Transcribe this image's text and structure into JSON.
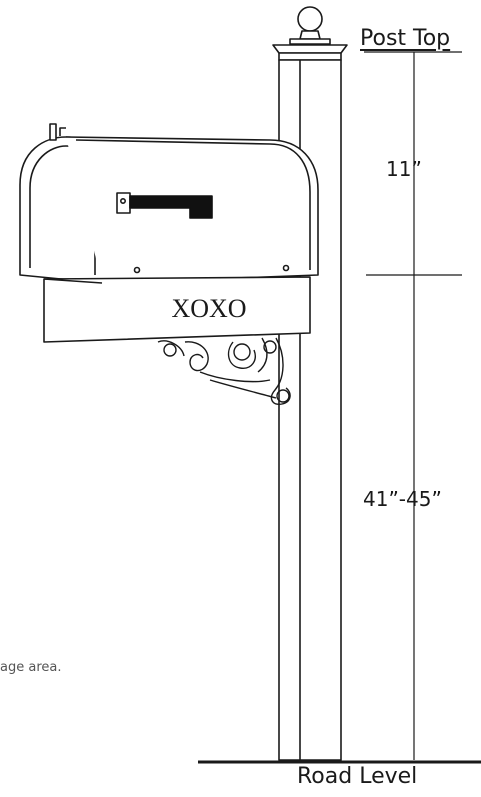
{
  "labels": {
    "post_top": "Post Top",
    "upper_dimension": "11”",
    "lower_dimension": "41”-45”",
    "road_level": "Road Level",
    "mailbox_text": "XOXO",
    "clipped_note": "age area."
  }
}
